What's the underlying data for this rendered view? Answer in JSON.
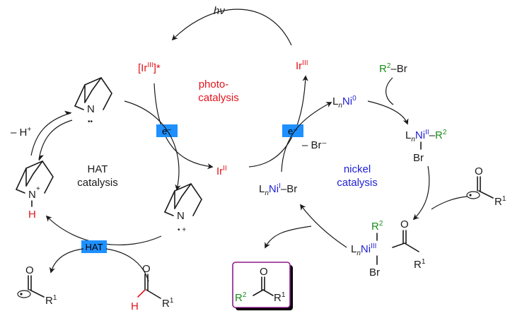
{
  "light": "hν",
  "photocatalysis": {
    "ir_excited": "[Ir",
    "ir_excited_ox": "III",
    "ir_excited_tail": "]*",
    "ir3": "Ir",
    "ir3_ox": "III",
    "ir2": "Ir",
    "ir2_ox": "II",
    "label_line1": "photo-",
    "label_line2": "catalysis"
  },
  "hat_cycle": {
    "label_line1": "HAT",
    "label_line2": "catalysis",
    "minus_h": "– H",
    "minus_h_charge": "+",
    "hat_badge": "HAT",
    "n": "N",
    "n_plus": "+",
    "h": "H",
    "radical_cation": "• +",
    "lone_pair": "••",
    "o": "O",
    "r1": "R",
    "r1_sup": "1"
  },
  "electron_badges": [
    "e⁻",
    "e⁻"
  ],
  "bromide": "– Br⁻",
  "nickel_cycle": {
    "label_line1": "nickel",
    "label_line2": "catalysis",
    "ni0": {
      "ln": "L",
      "n": "n",
      "ni": "Ni",
      "ox": "0"
    },
    "ni2": {
      "ln": "L",
      "n": "n",
      "ni": "Ni",
      "ox": "II",
      "dash": "–",
      "r2": "R",
      "r2_sup": "2",
      "br": "Br"
    },
    "ni3": {
      "ln": "L",
      "n": "n",
      "ni": "Ni",
      "ox": "III",
      "r2": "R",
      "r2_sup": "2",
      "br": "Br",
      "o": "O",
      "r1": "R",
      "r1_sup": "1"
    },
    "ni1": {
      "ln": "L",
      "n": "n",
      "ni": "Ni",
      "ox": "I",
      "br": "–Br"
    },
    "r2br": {
      "r": "R",
      "sup": "2",
      "br": "–Br"
    },
    "acyl": {
      "o": "O",
      "r1": "R",
      "r1_sup": "1"
    }
  },
  "product": {
    "o": "O",
    "r2": "R",
    "r2_sup": "2",
    "r1": "R",
    "r1_sup": "1"
  },
  "colors": {
    "ir": "#e4141b",
    "ni": "#1f1fd4",
    "r2": "#1a8c1a",
    "badge": "#1e90ff",
    "product_border": "#8b1a8b"
  }
}
